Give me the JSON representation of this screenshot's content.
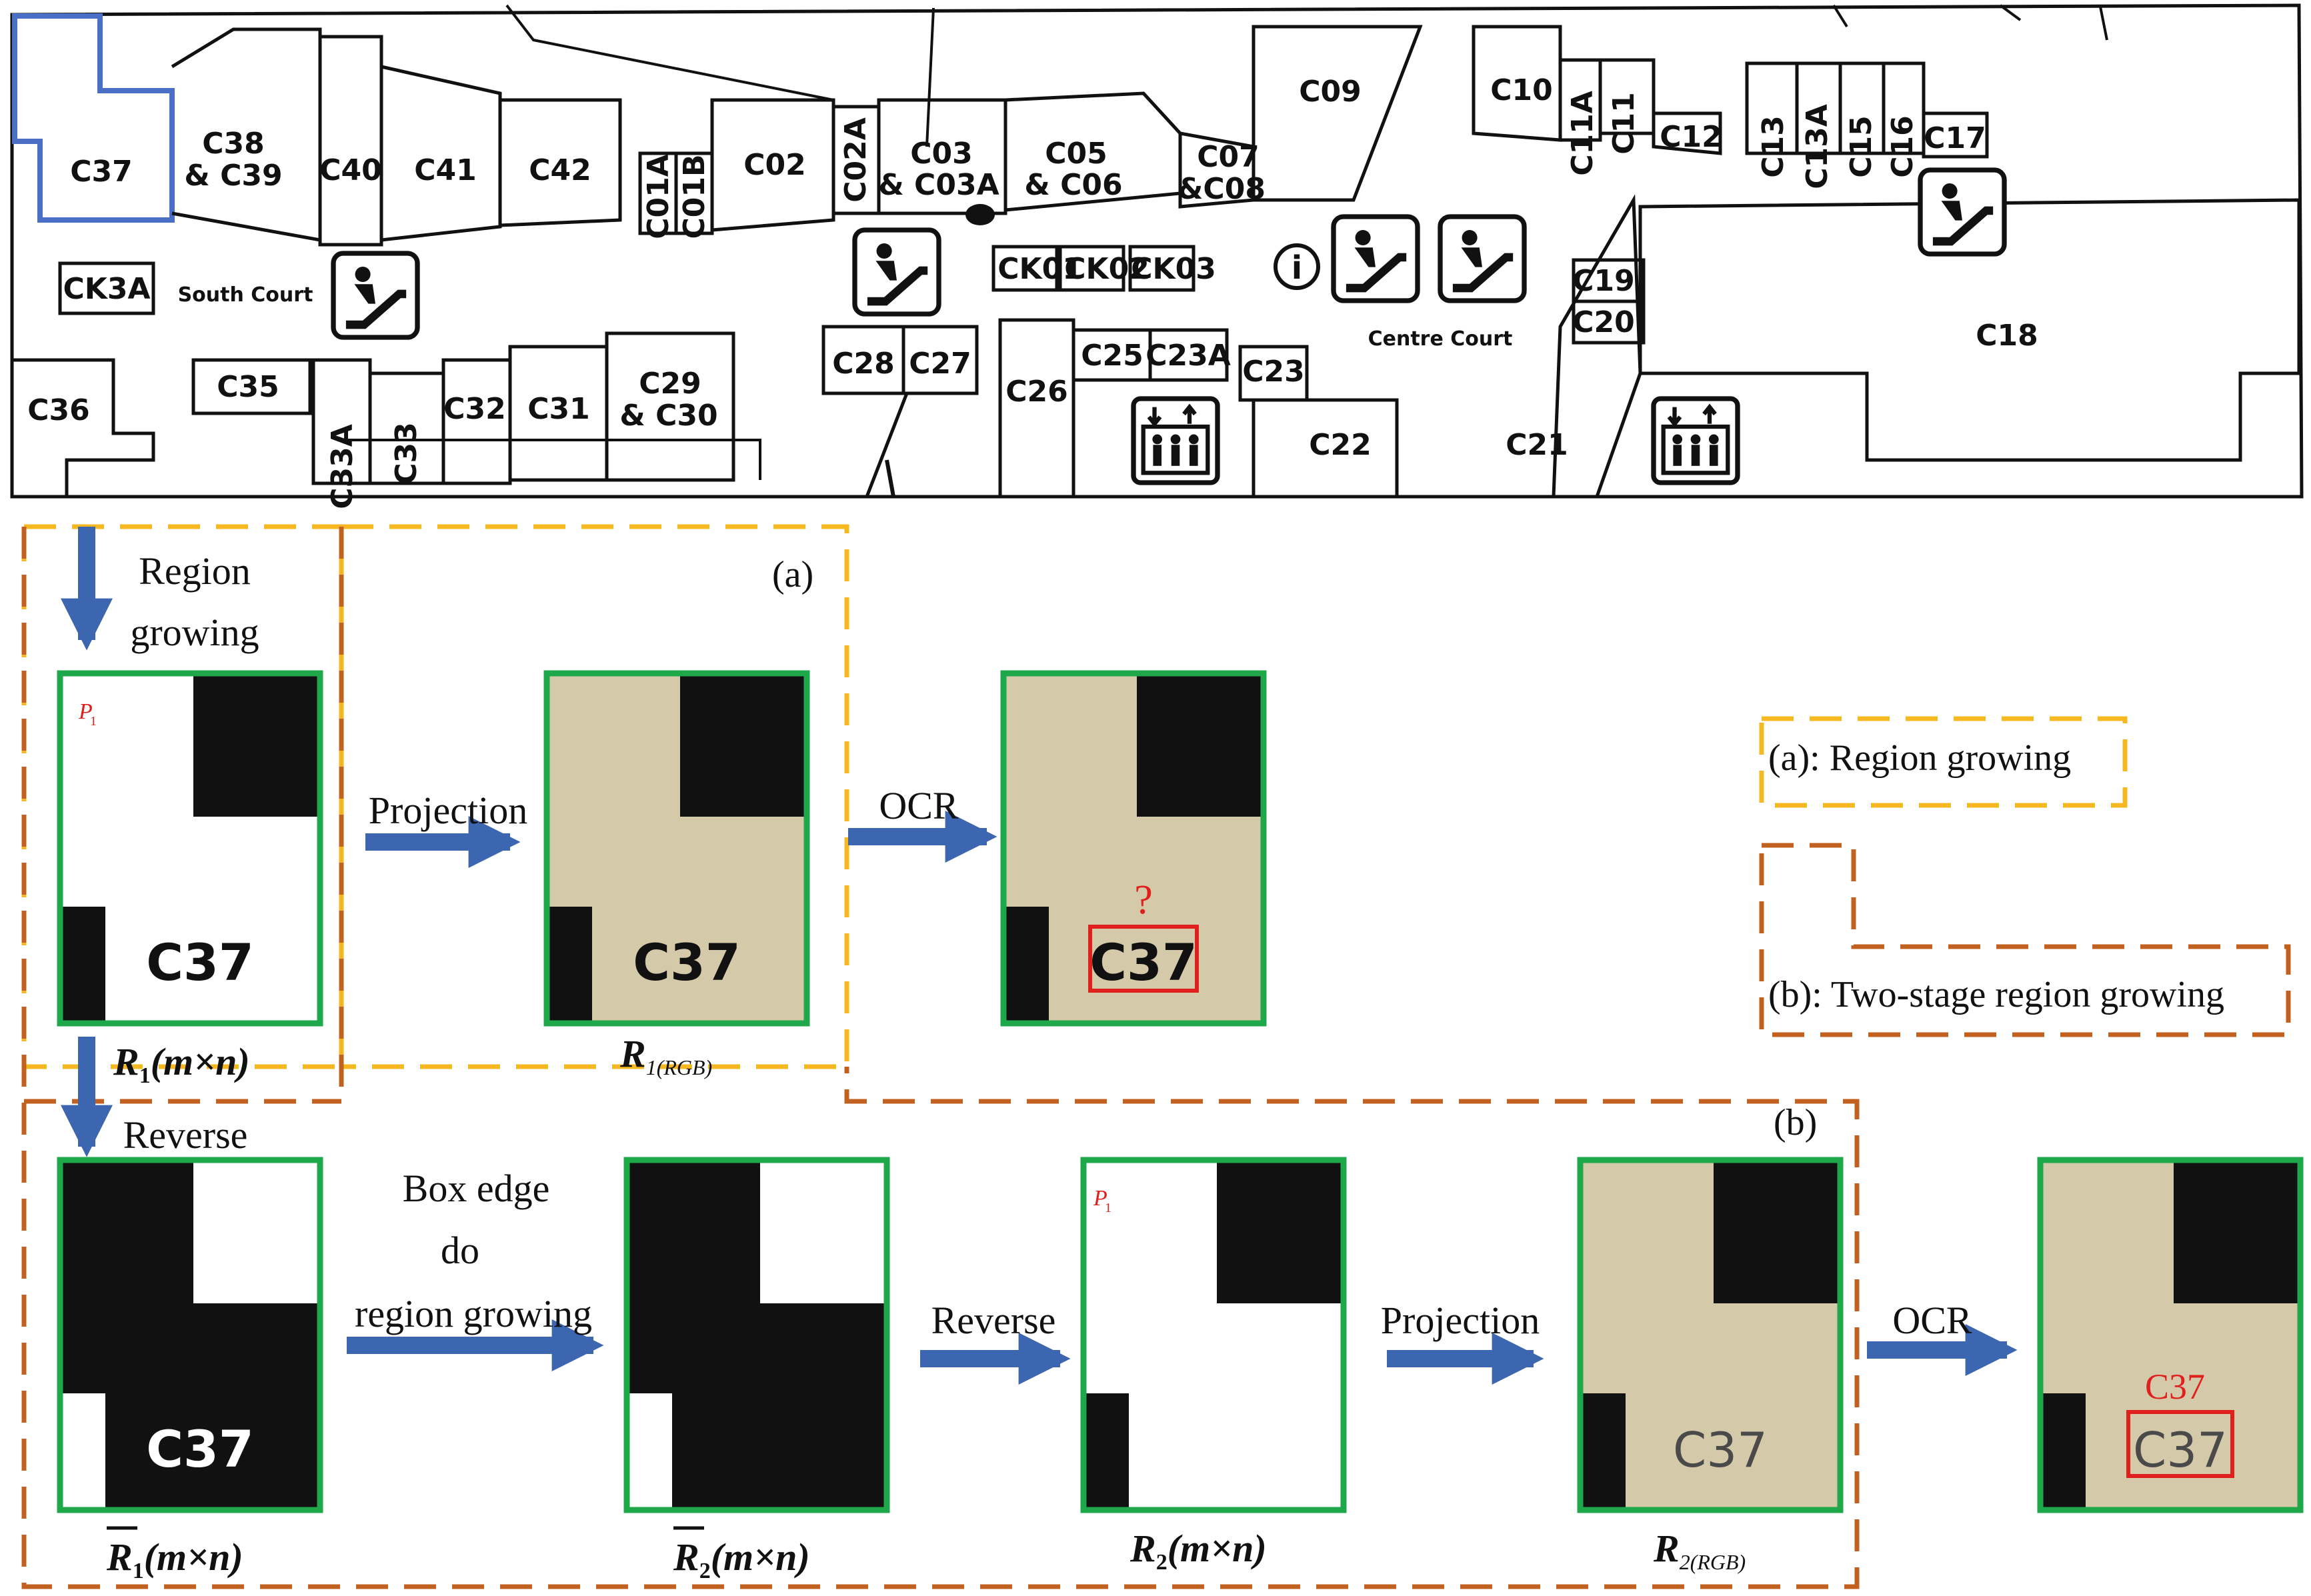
{
  "map": {
    "stores": {
      "c37": "C37",
      "c38_c39": [
        "C38",
        "& C39"
      ],
      "c40": "C40",
      "c41": "C41",
      "c42": "C42",
      "c01a": "C01A",
      "c01b": "C01B",
      "c02": "C02",
      "c02a": "C02A",
      "c03": [
        "C03",
        "& C03A"
      ],
      "c05": [
        "C05",
        "& C06"
      ],
      "c07": [
        "C07",
        "&C08"
      ],
      "c09": "C09",
      "c10": "C10",
      "c11a": "C11A",
      "c11": "C11",
      "c12": "C12",
      "c13": "C13",
      "c13a": "C13A",
      "c15": "C15",
      "c16": "C16",
      "c17": "C17",
      "ck3a": "CK3A",
      "c36": "C36",
      "c35": "C35",
      "c33a": "C33A",
      "c33": "C33",
      "c32": "C32",
      "c31": "C31",
      "c29": [
        "C29",
        "& C30"
      ],
      "c28": "C28",
      "c27": "C27",
      "c26": "C26",
      "ck01": "CK01",
      "ck02": "CK02",
      "ck03": "CK03",
      "c25": "C25",
      "c23a": "C23A",
      "c23": "C23",
      "c22": "C22",
      "c19": "C19",
      "c20": "C20",
      "c21": "C21",
      "c18": "C18"
    },
    "areas": {
      "south_court": "South Court",
      "centre_court": "Centre Court"
    },
    "info_glyph": "i"
  },
  "diagram": {
    "steps": {
      "region_growing_1": "Region",
      "region_growing_2": "growing",
      "projection_1": "Projection",
      "ocr_1": "OCR",
      "reverse_1": "Reverse",
      "box_edge_1": "Box edge",
      "box_edge_2": "do",
      "box_edge_3": "region growing",
      "reverse_2": "Reverse",
      "projection_2": "Projection",
      "ocr_2": "OCR"
    },
    "panel_tags": {
      "a": "(a)",
      "b": "(b)"
    },
    "legend": {
      "a": "(a): Region growing",
      "b": "(b): Two-stage region growing"
    },
    "tile_text": "C37",
    "seed_label": "P",
    "seed_sub": "1",
    "ocr_uncertain": "?",
    "ocr_result": "C37",
    "captions": {
      "r1": {
        "sym": "R",
        "sub": "1",
        "rest": "(m×n)"
      },
      "r1_rgb": {
        "sym": "R",
        "sub": "1(RGB)"
      },
      "r1_bar": {
        "sym": "R",
        "sub": "1",
        "rest": "(m×n)"
      },
      "r2_bar": {
        "sym": "R",
        "sub": "2",
        "rest": "(m×n)"
      },
      "r2": {
        "sym": "R",
        "sub": "2",
        "rest": "(m×n)"
      },
      "r2_rgb": {
        "sym": "R",
        "sub": "2(RGB)"
      }
    },
    "colors": {
      "tile_border": "#1fa84a",
      "beige": "#d4c9a8",
      "arrow": "#3d66b0",
      "yellow_dash": "#f5b820",
      "brown_dash": "#c2601f",
      "highlight_blue": "#4a6fc4",
      "red": "#e0201c"
    }
  }
}
